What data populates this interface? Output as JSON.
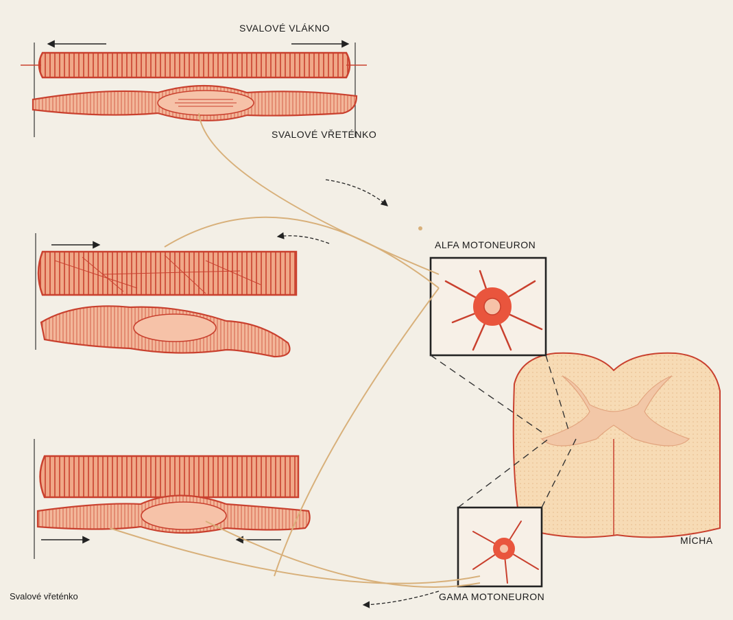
{
  "labels": {
    "muscle_fiber": "SVALOVÉ VLÁKNO",
    "muscle_spindle": "SVALOVÉ VŘETÉNKO",
    "alpha_motoneuron": "ALFA MOTONEURON",
    "spinal_cord": "MÍCHA",
    "gamma_motoneuron": "GAMA MOTONEURON",
    "caption": "Svalové vřeténko"
  },
  "colors": {
    "paper": "#f3efe6",
    "muscle_fill": "#f0a888",
    "muscle_stroke": "#c9402e",
    "nerve": "#d8b07a",
    "gray_matter": "#f2c7a7",
    "white_matter": "#f7dbb5"
  }
}
